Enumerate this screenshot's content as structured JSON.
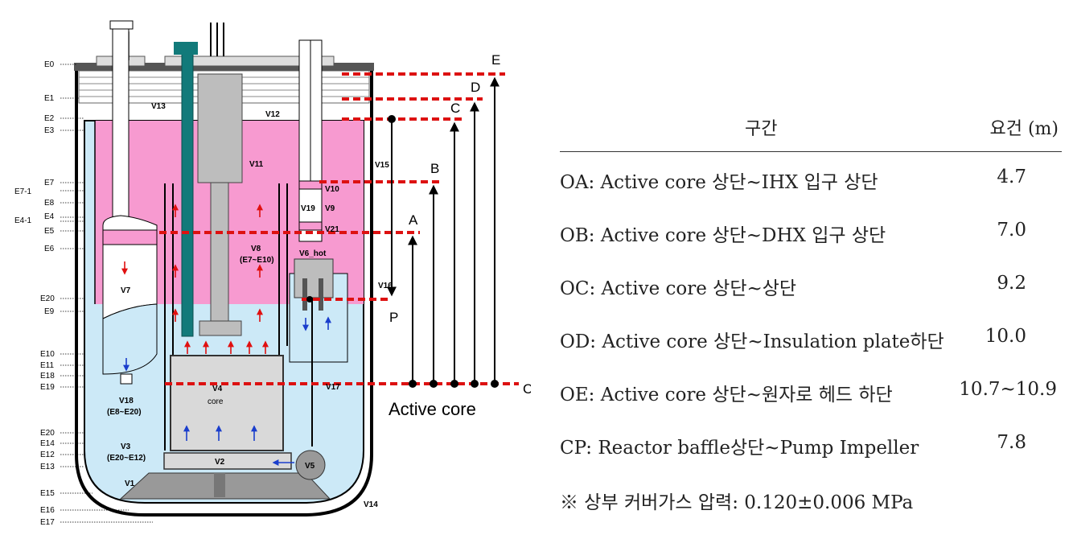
{
  "table": {
    "header": {
      "section": "구간",
      "requirement": "요건 (m)"
    },
    "rows": [
      {
        "label": "OA: Active core 상단~IHX 입구 상단",
        "value": "4.7"
      },
      {
        "label": "OB: Active core 상단~DHX 입구 상단",
        "value": "7.0"
      },
      {
        "label": "OC: Active core 상단~상단",
        "value": "9.2"
      },
      {
        "label": "OD: Active core 상단~Insulation plate하단",
        "value": "10.0"
      },
      {
        "label": "OE: Active core 상단~원자로 헤드 하단",
        "value": "10.7~10.9"
      },
      {
        "label": "CP: Reactor baffle상단~Pump Impeller",
        "value": "7.8"
      }
    ],
    "note": "※ 상부 커버가스 압력: 0.120±0.006 MPa"
  },
  "diagram": {
    "elevations": [
      "E0",
      "E1",
      "E2",
      "E3",
      "E7",
      "E7-1",
      "E8",
      "E4-1",
      "E4",
      "E5",
      "E6",
      "E20",
      "E9",
      "E10",
      "E11",
      "E18",
      "E19",
      "E20",
      "E14",
      "E12",
      "E13",
      "E15",
      "E16",
      "E17"
    ],
    "volumes": {
      "v13": "V13",
      "v12": "V12",
      "v11": "V11",
      "v15": "V15",
      "v10": "V10",
      "v19": "V19",
      "v9": "V9",
      "v21": "V21",
      "v8": "V8",
      "v8_range": "(E7~E10)",
      "v6": "V6_hot",
      "v7": "V7",
      "v16": "V16",
      "v4": "V4",
      "core": "core",
      "v17": "V17",
      "v18": "V18",
      "v18_range": "(E8~E20)",
      "v3": "V3",
      "v3_range": "(E20~E12)",
      "v2": "V2",
      "v5": "V5",
      "v1": "V1",
      "v14": "V14"
    },
    "points": [
      "E",
      "D",
      "C",
      "B",
      "A",
      "P",
      "C"
    ],
    "active_core_label": "Active core"
  },
  "colors": {
    "pink": "#f79ad0",
    "light_blue": "#cce9f7",
    "red_dash": "#dd1111",
    "teal": "#127a7a",
    "gray": "#bdbdbd"
  }
}
